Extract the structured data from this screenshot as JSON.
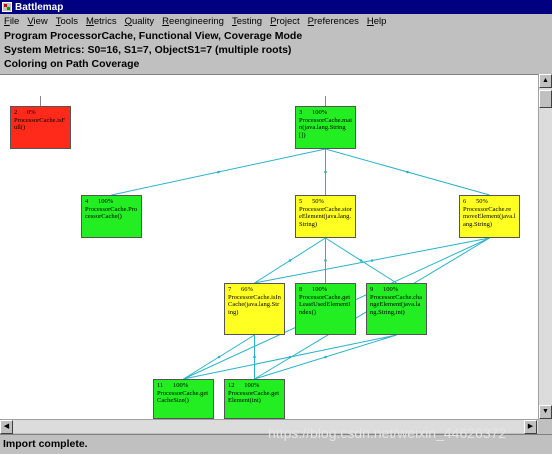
{
  "window": {
    "title": "Battlemap"
  },
  "menu": [
    {
      "ul": "F",
      "rest": "ile"
    },
    {
      "ul": "V",
      "rest": "iew"
    },
    {
      "ul": "T",
      "rest": "ools"
    },
    {
      "ul": "M",
      "rest": "etrics"
    },
    {
      "ul": "Q",
      "rest": "uality"
    },
    {
      "ul": "R",
      "rest": "eengineering"
    },
    {
      "ul": "T",
      "rest": "esting"
    },
    {
      "ul": "P",
      "rest": "roject"
    },
    {
      "ul": "P",
      "rest": "references"
    },
    {
      "ul": "H",
      "rest": "elp"
    }
  ],
  "info": {
    "line1": "Program ProcessorCache,   Functional View, Coverage Mode",
    "line2": "System Metrics: S0=16, S1=7, ObjectS1=7 (multiple roots)",
    "line3": "Coloring on Path Coverage"
  },
  "nodes": [
    {
      "id": "n2",
      "num": "2",
      "pct": "0%",
      "label": "ProcessorCache.isFull()",
      "color": "#ff2a1a"
    },
    {
      "id": "n3",
      "num": "3",
      "pct": "100%",
      "label": "ProcessorCache.main(java.lang.String[])",
      "color": "#22ee22"
    },
    {
      "id": "n4",
      "num": "4",
      "pct": "100%",
      "label": "ProcessorCache.ProcessorCache()",
      "color": "#22ee22"
    },
    {
      "id": "n5",
      "num": "5",
      "pct": "50%",
      "label": "ProcessorCache.storeElement(java.lang.String)",
      "color": "#ffff22"
    },
    {
      "id": "n6",
      "num": "6",
      "pct": "50%",
      "label": "ProcessorCache.removeElement(java.lang.String)",
      "color": "#ffff22"
    },
    {
      "id": "n7",
      "num": "7",
      "pct": "66%",
      "label": "ProcessorCache.isInCache(java.lang.String)",
      "color": "#ffff22"
    },
    {
      "id": "n8",
      "num": "8",
      "pct": "100%",
      "label": "ProcessorCache.getLeastUsedElementIndex()",
      "color": "#22ee22"
    },
    {
      "id": "n9",
      "num": "9",
      "pct": "100%",
      "label": "ProcessorCache.changeElement(java.lang.String,int)",
      "color": "#22ee22"
    },
    {
      "id": "n11",
      "num": "11",
      "pct": "100%",
      "label": "ProcessorCache.getCacheSize()",
      "color": "#22ee22"
    },
    {
      "id": "n12",
      "num": "12",
      "pct": "100%",
      "label": "ProcessorCache.getElement(int)",
      "color": "#22ee22"
    }
  ],
  "edges": [
    [
      "n3",
      "n4"
    ],
    [
      "n3",
      "n5"
    ],
    [
      "n3",
      "n6"
    ],
    [
      "n5",
      "n7"
    ],
    [
      "n5",
      "n8"
    ],
    [
      "n5",
      "n9"
    ],
    [
      "n6",
      "n7"
    ],
    [
      "n6",
      "n11"
    ],
    [
      "n6",
      "n12"
    ],
    [
      "n7",
      "n11"
    ],
    [
      "n7",
      "n12"
    ],
    [
      "n9",
      "n11"
    ],
    [
      "n9",
      "n12"
    ]
  ],
  "colors": {
    "edge": "#27b3c7",
    "covered": "#22ee22",
    "partial": "#ffff22",
    "uncovered": "#ff2a1a"
  },
  "status": {
    "text": "Import complete."
  },
  "watermark": "https://blog.csdn.net/weixin_44626372"
}
